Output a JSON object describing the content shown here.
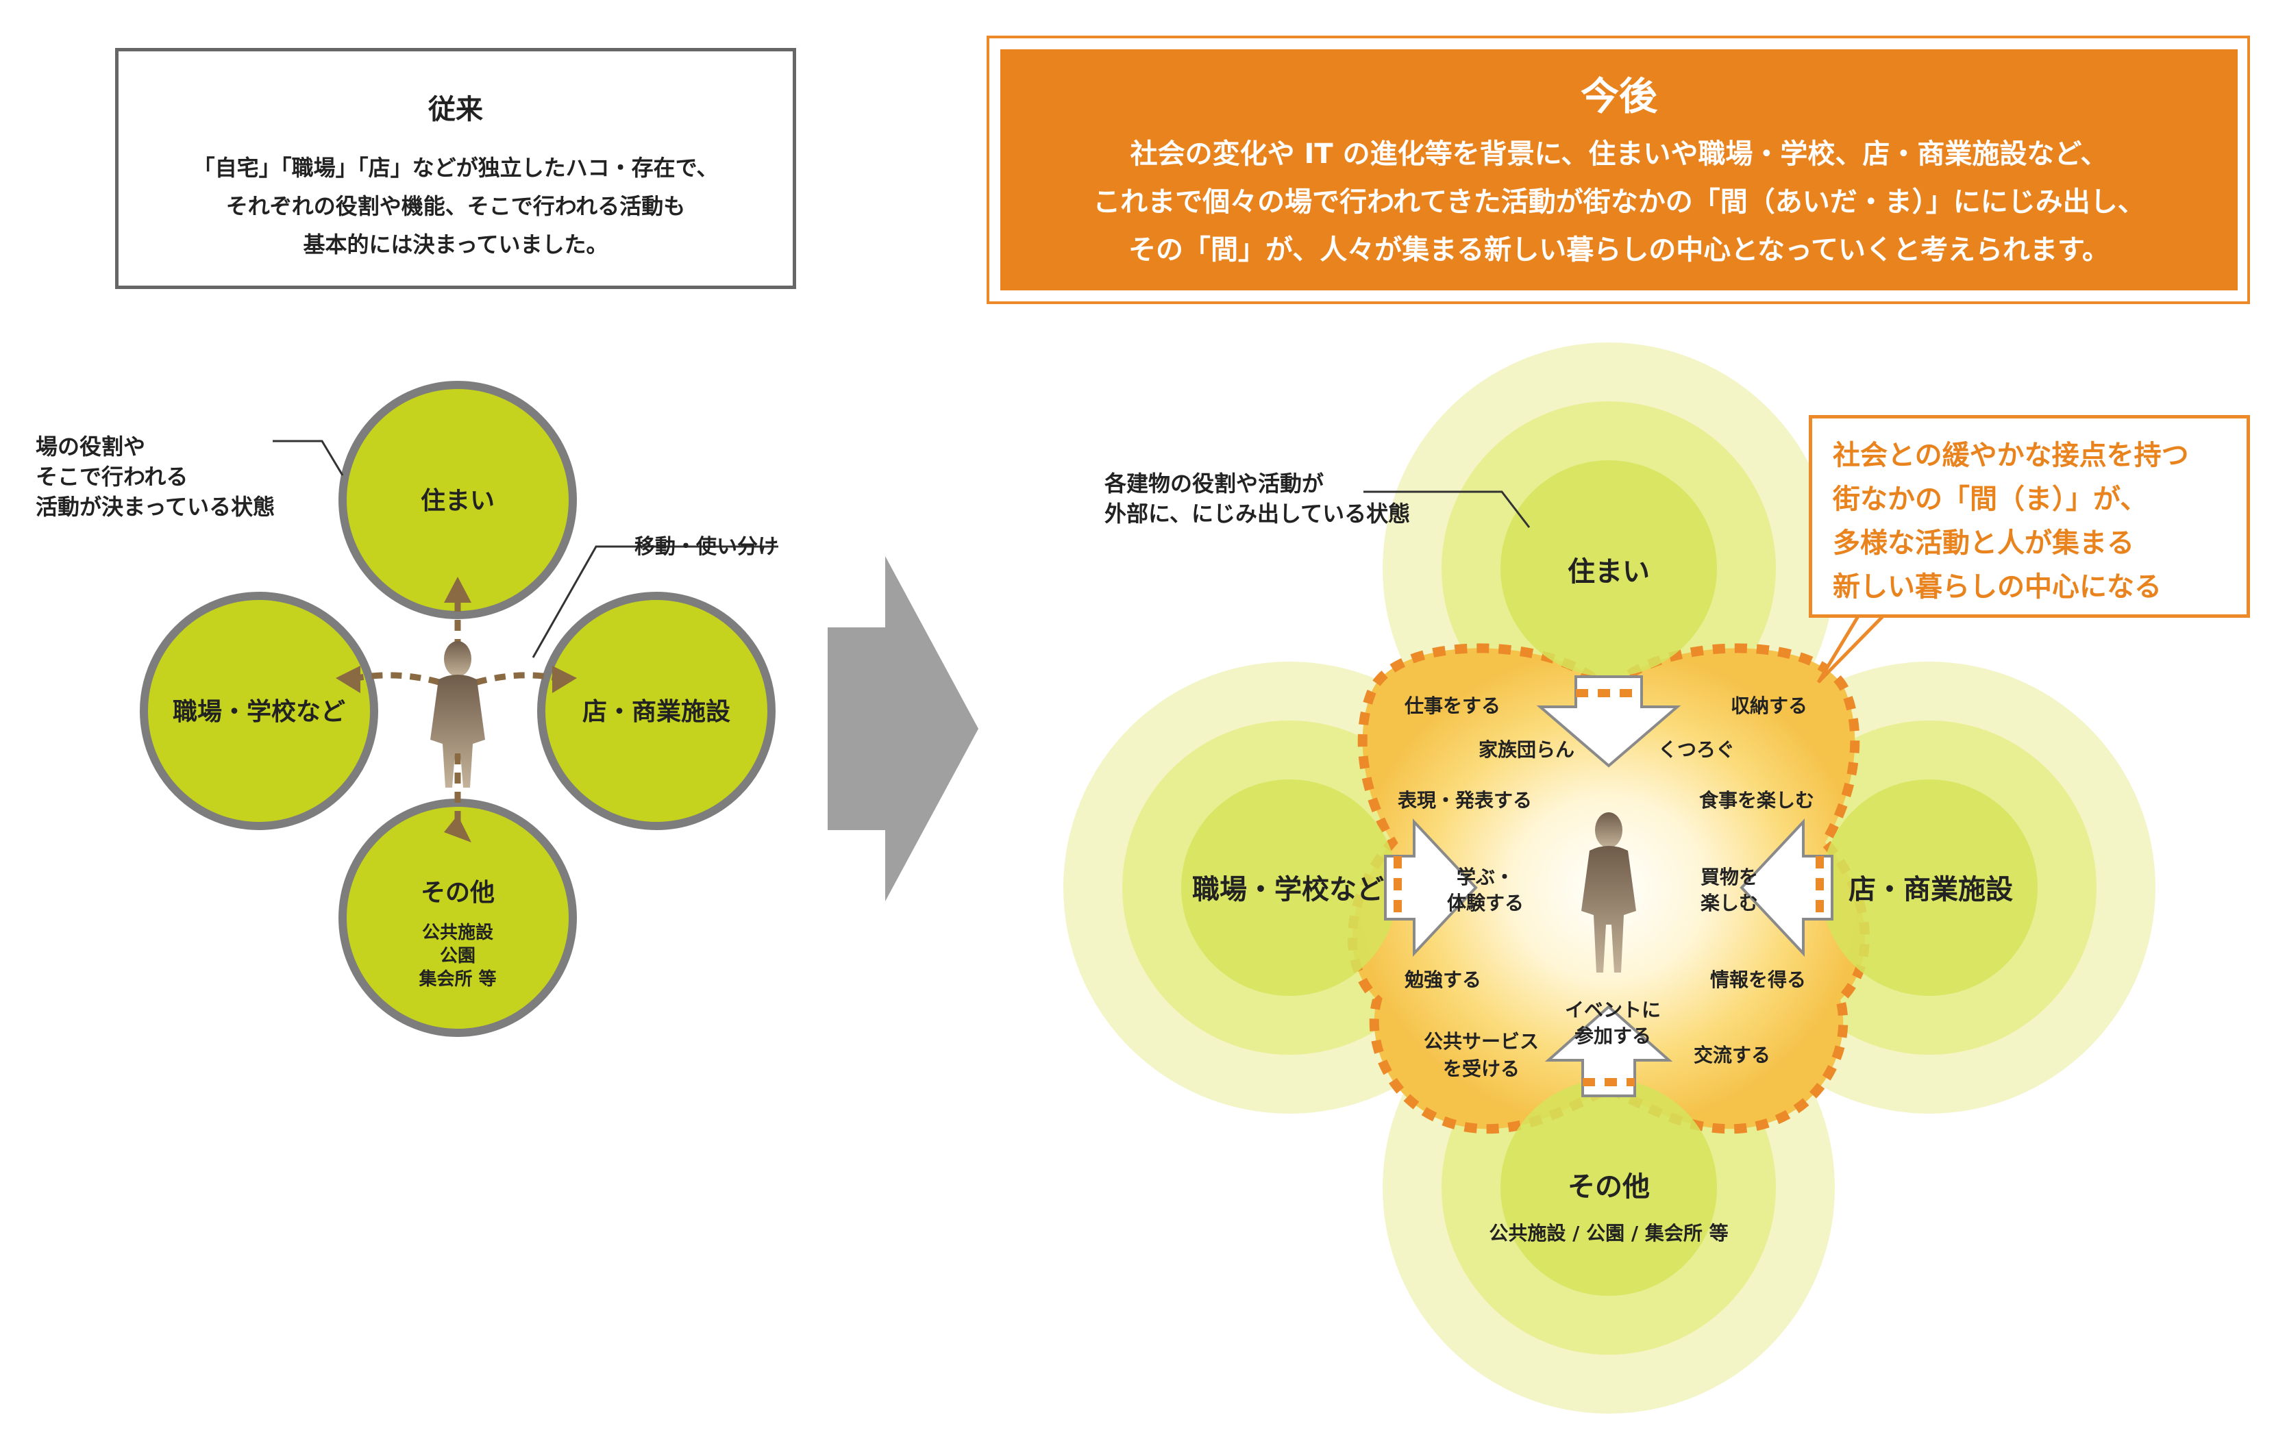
{
  "traditional": {
    "title": "従来",
    "body": [
      "「自宅」「職場」「店」などが独立したハコ・存在で、",
      "それぞれの役割や機能、そこで行われる活動も",
      "基本的には決まっていました。"
    ],
    "note": [
      "場の役割や",
      "そこで行われる",
      "活動が決まっている状態"
    ],
    "movement_label": "移動・使い分け",
    "circles": {
      "home": "住まい",
      "work": "職場・学校など",
      "shop": "店・商業施設",
      "other": "その他",
      "other_sub": [
        "公共施設",
        "公園",
        "集会所 等"
      ]
    }
  },
  "future": {
    "title": "今後",
    "body": [
      "社会の変化や IT の進化等を背景に、住まいや職場・学校、店・商業施設など、",
      "これまで個々の場で行われてきた活動が街なかの「間（あいだ・ま）」ににじみ出し、",
      "その「間」が、人々が集まる新しい暮らしの中心となっていくと考えられます。"
    ],
    "note": [
      "各建物の役割や活動が",
      "外部に、にじみ出している状態"
    ],
    "callout": [
      "社会との緩やかな接点を持つ",
      "街なかの「間（ま）」が、",
      "多様な活動と人が集まる",
      "新しい暮らしの中心になる"
    ],
    "circles": {
      "home": "住まい",
      "work": "職場・学校など",
      "shop": "店・商業施設",
      "other": "その他",
      "other_sub": "公共施設 / 公園 / 集会所 等"
    },
    "activities": {
      "work_job": "仕事をする",
      "store": "収納する",
      "family": "家族団らん",
      "relax": "くつろぐ",
      "express": "表現・発表する",
      "meal": "食事を楽しむ",
      "learn": [
        "学ぶ・",
        "体験する"
      ],
      "shopping": [
        "買物を",
        "楽しむ"
      ],
      "study": "勉強する",
      "info": "情報を得る",
      "event": [
        "イベントに",
        "参加する"
      ],
      "public_service": [
        "公共サービス",
        "を受ける"
      ],
      "exchange": "交流する"
    }
  },
  "colors": {
    "trad_circle": "#c5d31f",
    "trad_ring": "#7d7d7d",
    "future_orange": "#e9831e",
    "dash_orange": "#ec8a2a",
    "halo_outer": "#f3f5c6",
    "halo_mid": "#e8ef93",
    "halo_core": "#d6e35a",
    "center_yellow": "#f7d34a",
    "arrow_gray": "#a0a0a0",
    "movement_brown": "#8a6a42"
  },
  "icons": [
    "person-silhouette",
    "transition-arrow",
    "inward-arrow",
    "movement-arrow"
  ]
}
